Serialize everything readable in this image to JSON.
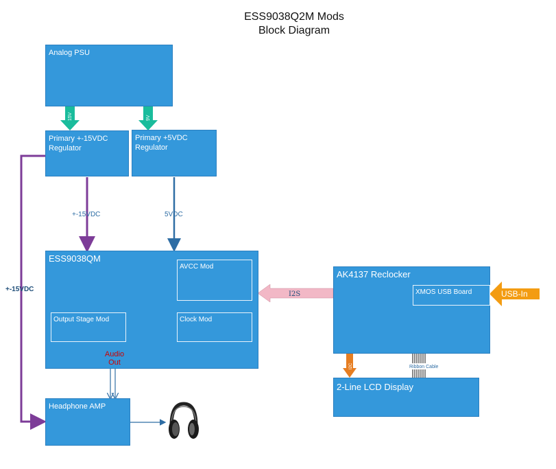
{
  "title_line1": "ESS9038Q2M Mods",
  "title_line2": "Block Diagram",
  "blocks": {
    "psu": "Analog PSU",
    "reg15": "Primary +-15VDC\nRegulator",
    "reg5": "Primary +5VDC\nRegulator",
    "dac": "ESS9038QM",
    "avcc": "AVCC Mod",
    "output_stage": "Output Stage Mod",
    "clock": "Clock Mod",
    "reclocker": "AK4137 Reclocker",
    "xmos": "XMOS USB Board",
    "lcd": "2-Line LCD Display",
    "hp_amp": "Headphone AMP"
  },
  "labels": {
    "v15_arrow": "15V",
    "v9_arrow": "9V",
    "rail15": "+-15VDC",
    "rail5": "5VDC",
    "rail15_side": "+-15VDC",
    "i2s": "I2S",
    "usb_in": "USB-In",
    "i2c": "I2C",
    "ribbon": "Ribbon Cable",
    "audio_out": "Audio\nOut"
  },
  "colors": {
    "block": "#3498db",
    "green_arrow": "#1abc9c",
    "purple": "#7d3c98",
    "blue_line": "#2e6da4",
    "pink_arrow": "#f2b8c6",
    "orange": "#f39c12",
    "orange_i2c": "#e67e22",
    "red_text": "#cc0000"
  }
}
